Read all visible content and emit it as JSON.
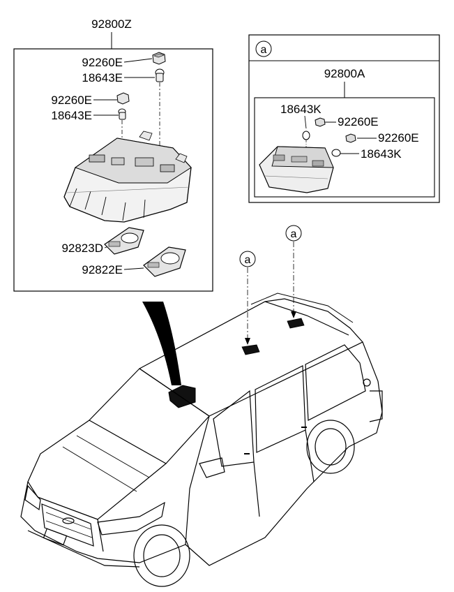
{
  "main_assembly": {
    "part_no": "92800Z",
    "parts": {
      "cap_upper": "92260E",
      "bulb_upper": "18643E",
      "cap_lower": "92260E",
      "bulb_lower": "18643E",
      "lens_left": "92823D",
      "lens_right": "92822E"
    }
  },
  "detail_a": {
    "marker": "a",
    "part_no": "92800A",
    "parts": {
      "bulb_left": "18643K",
      "cap_left": "92260E",
      "cap_right": "92260E",
      "bulb_right": "18643K"
    }
  },
  "vehicle": {
    "markers": [
      "a",
      "a"
    ]
  }
}
